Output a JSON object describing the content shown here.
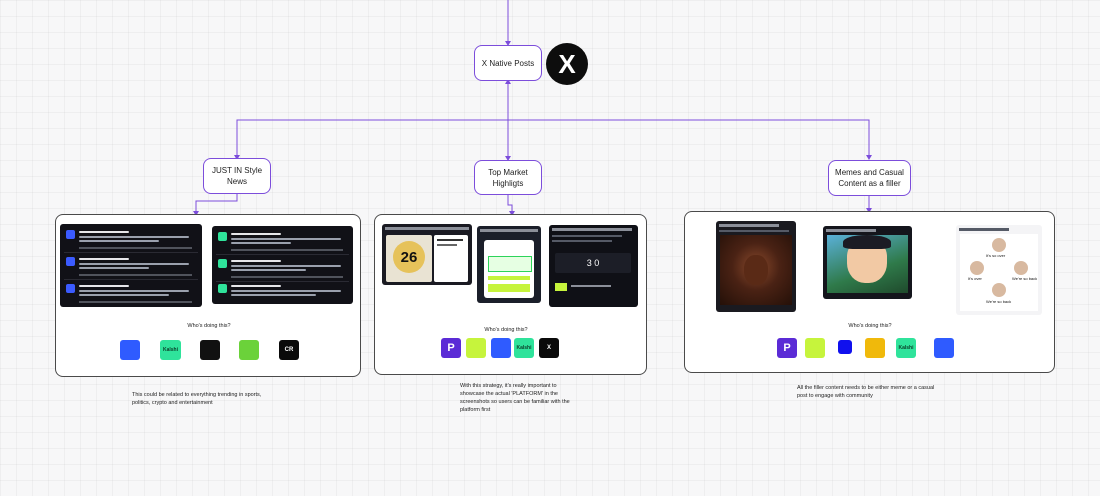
{
  "nodes": {
    "root": "X Native Posts",
    "left": "JUST IN Style News",
    "middle": "Top Market Highligts",
    "right": "Memes and Casual Content as a filler"
  },
  "x_logo": "X",
  "groups": {
    "left": {
      "question": "Who's doing this?",
      "logos": [
        {
          "name": "polymarket",
          "text": "",
          "bg": "#2f5bff",
          "fg": "#ffffff"
        },
        {
          "name": "kalshi",
          "text": "Kalshi",
          "bg": "#2fe39b",
          "fg": "#0b3d2a"
        },
        {
          "name": "sports-mascot",
          "text": "",
          "bg": "#111111",
          "fg": "#d9b24c"
        },
        {
          "name": "bull",
          "text": "",
          "bg": "#6bd23a",
          "fg": "#111111"
        },
        {
          "name": "cr-logo",
          "text": "CR",
          "bg": "#0a0a0a",
          "fg": "#ffffff"
        }
      ],
      "note": "This could be related to everything trending in sports, politics, crypto and entertainment"
    },
    "middle": {
      "question": "Who's doing this?",
      "logos": [
        {
          "name": "p-logo",
          "text": "P",
          "bg": "#5b2bd6",
          "fg": "#ffffff"
        },
        {
          "name": "lime-logo",
          "text": "",
          "bg": "#c6f43c",
          "fg": "#111111"
        },
        {
          "name": "polymarket",
          "text": "",
          "bg": "#2f5bff",
          "fg": "#ffffff"
        },
        {
          "name": "kalshi",
          "text": "Kalshi",
          "bg": "#2fe39b",
          "fg": "#0b3d2a"
        },
        {
          "name": "x-box-logo",
          "text": "X",
          "bg": "#0a0a0a",
          "fg": "#ffffff"
        }
      ],
      "note": "With this strategy, it's really important to showcase the actual 'PLATFORM' in the screenshots so users can be familiar with the platform first"
    },
    "right": {
      "question": "Who's doing this?",
      "logos": [
        {
          "name": "p-logo",
          "text": "P",
          "bg": "#5b2bd6",
          "fg": "#ffffff"
        },
        {
          "name": "lime-logo",
          "text": "",
          "bg": "#c6f43c",
          "fg": "#111111"
        },
        {
          "name": "blue-square",
          "text": "",
          "bg": "#1010ee",
          "fg": "#ffffff"
        },
        {
          "name": "cube-logo",
          "text": "",
          "bg": "#f0b90b",
          "fg": "#111111"
        },
        {
          "name": "kalshi",
          "text": "Kalshi",
          "bg": "#2fe39b",
          "fg": "#0b3d2a"
        },
        {
          "name": "polymarket",
          "text": "",
          "bg": "#2f5bff",
          "fg": "#ffffff"
        }
      ],
      "note": "All the filler content needs to be either meme or a casual post to engage with community"
    }
  },
  "screens": {
    "middle_card_number": "26",
    "middle_scoreboard": "3 0",
    "meme_cycle": [
      "It's so over",
      "We're so back",
      "We're so back",
      "It's over"
    ]
  }
}
